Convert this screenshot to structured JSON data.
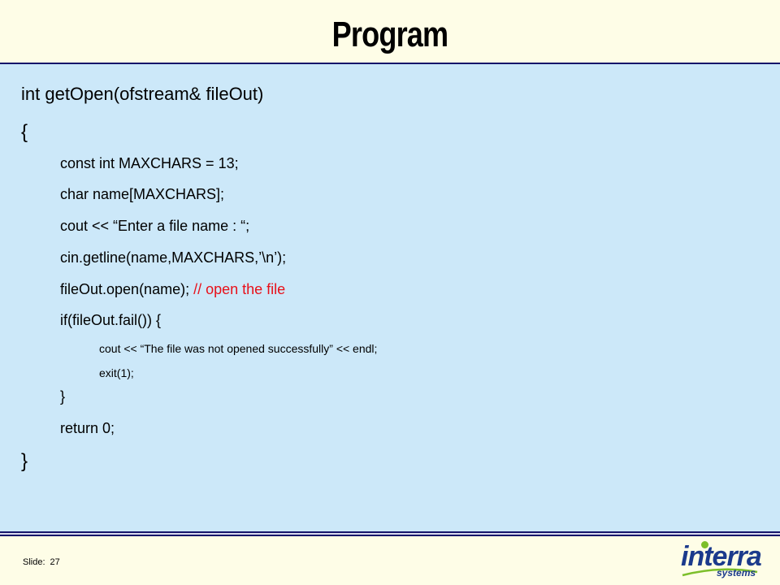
{
  "slide": {
    "title": "Program",
    "footer_label": "Slide:",
    "footer_number": "27"
  },
  "code": {
    "signature": "int getOpen(ofstream& fileOut)",
    "open_brace": "{",
    "line1": "const int MAXCHARS = 13;",
    "line2": "char name[MAXCHARS];",
    "line3": "cout << “Enter a file name : “;",
    "line4": "cin.getline(name,MAXCHARS,’\\n’);",
    "line5_code": "fileOut.open(name);",
    "line5_comment": "// open the file",
    "line6": "if(fileOut.fail()) {",
    "inner1": "cout << “The file was not opened successfully” << endl;",
    "inner2": "exit(1);",
    "close_if": "}",
    "line7": "return 0;",
    "close_brace": "}"
  },
  "logo": {
    "name": "interra",
    "tagline": "systems"
  },
  "colors": {
    "content_bg": "#cce8f9",
    "page_bg": "#fefde7",
    "comment": "#e8101a",
    "rule": "#15156a",
    "logo_blue": "#1b3a8c",
    "logo_green": "#7cbf2a"
  }
}
